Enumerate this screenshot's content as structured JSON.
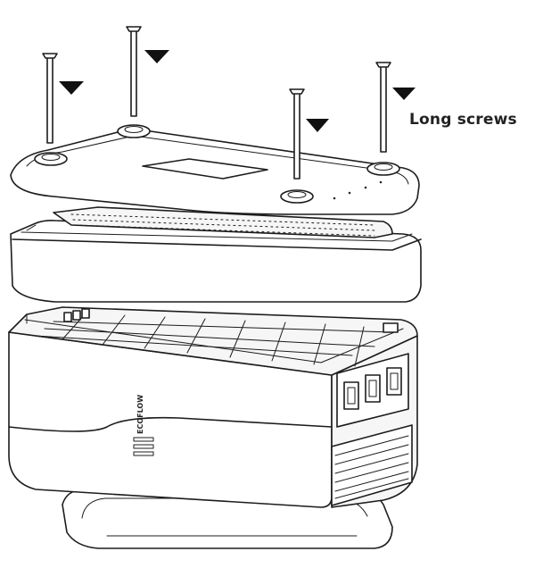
{
  "diagram": {
    "callout_label": "Long screws",
    "screw_count": 4,
    "device_logo_text": "ECOFLOW",
    "colors": {
      "stroke": "#1c1c1c",
      "arrow": "#111111",
      "background": "#ffffff"
    }
  }
}
